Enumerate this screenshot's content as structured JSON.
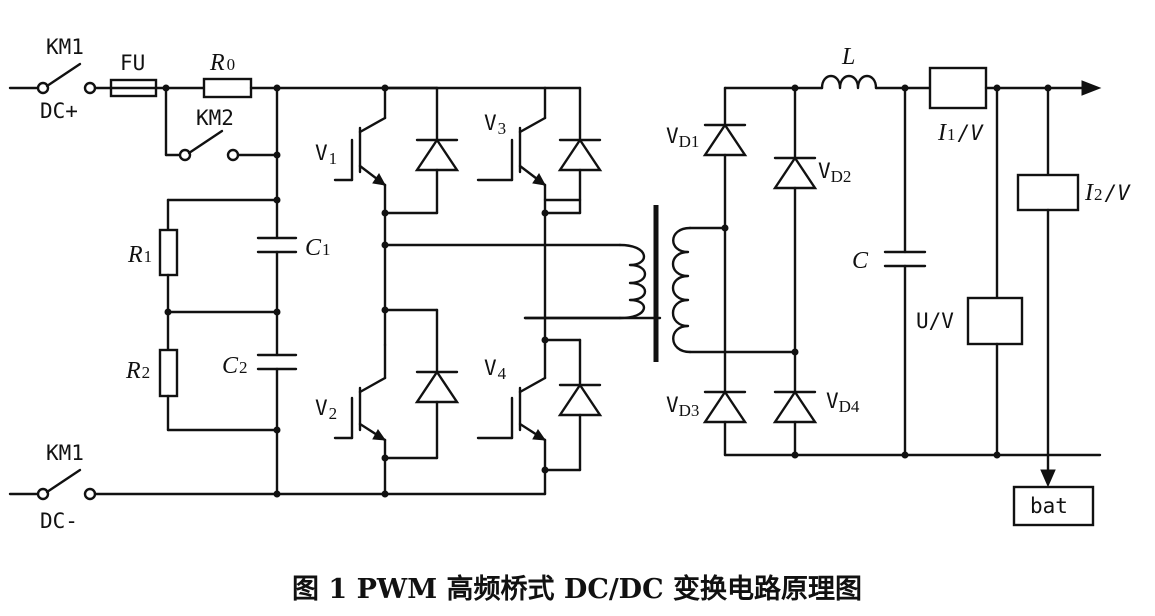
{
  "labels": {
    "km1_top": "KM1",
    "dc_plus": "DC+",
    "fu": "FU",
    "r0": "R",
    "r0_sub": "0",
    "km2": "KM2",
    "r1": "R",
    "r1_sub": "1",
    "r2": "R",
    "r2_sub": "2",
    "c1": "C",
    "c1_sub": "1",
    "c2": "C",
    "c2_sub": "2",
    "km1_bottom": "KM1",
    "dc_minus": "DC-",
    "v1": "V",
    "v1_sub": "1",
    "v2": "V",
    "v2_sub": "2",
    "v3": "V",
    "v3_sub": "3",
    "v4": "V",
    "v4_sub": "4",
    "vd1": "V",
    "vd1_sub": "D1",
    "vd2": "V",
    "vd2_sub": "D2",
    "vd3": "V",
    "vd3_sub": "D3",
    "vd4": "V",
    "vd4_sub": "D4",
    "l": "L",
    "c": "C",
    "i1": "I",
    "i1_sub": "1",
    "i1_unit": "/V",
    "i2": "I",
    "i2_sub": "2",
    "i2_unit": "/V",
    "uv": "U/V",
    "bat": "bat"
  },
  "caption": "图 1  PWM 高频桥式 DC/DC 变换电路原理图"
}
